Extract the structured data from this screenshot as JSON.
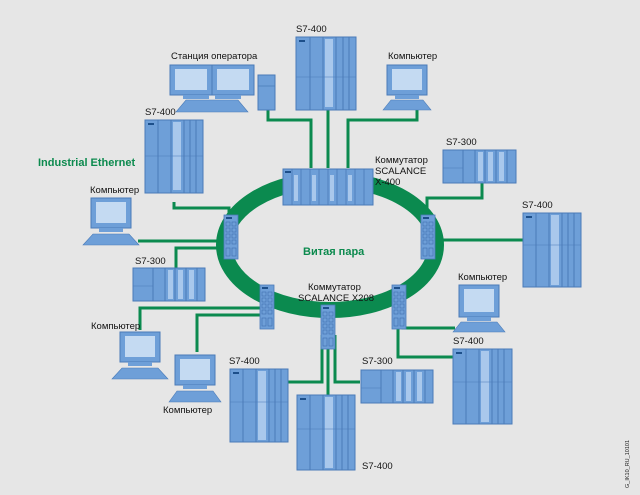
{
  "colors": {
    "background": "#e6e6e6",
    "ring": "#0b8a4f",
    "cable": "#0b8a4f",
    "device_fill": "#6e9fd8",
    "device_light": "#a9c8ec",
    "device_stroke": "#4a7bb8",
    "label_green": "#0c8a4e"
  },
  "labels": {
    "network": "Industrial Ethernet",
    "ring": "Витая пара",
    "operator_station": "Станция оператора",
    "s7_400": "S7-400",
    "s7_300": "S7-300",
    "computer": "Компьютер",
    "switch_x400": [
      "Коммутатор",
      "SCALANCE",
      "X-400"
    ],
    "switch_x208": [
      "Коммутатор",
      "SCALANCE X208"
    ],
    "figure_id": "G_IK10_RU_10101"
  },
  "nodes": [
    {
      "id": "operator-station",
      "type": "operator-station",
      "label": "Станция оператора"
    },
    {
      "id": "s7-400-top",
      "type": "s7-400",
      "label": "S7-400"
    },
    {
      "id": "computer-top-right",
      "type": "computer",
      "label": "Компьютер"
    },
    {
      "id": "s7-400-left",
      "type": "s7-400",
      "label": "S7-400"
    },
    {
      "id": "switch-x400",
      "type": "switch-x400",
      "label": "Коммутатор SCALANCE X-400"
    },
    {
      "id": "s7-300-right",
      "type": "s7-300",
      "label": "S7-300"
    },
    {
      "id": "computer-left",
      "type": "computer",
      "label": "Компьютер"
    },
    {
      "id": "s7-400-right",
      "type": "s7-400",
      "label": "S7-400"
    },
    {
      "id": "s7-300-left",
      "type": "s7-300",
      "label": "S7-300"
    },
    {
      "id": "computer-right",
      "type": "computer",
      "label": "Компьютер"
    },
    {
      "id": "switch-x208",
      "type": "switch-x208",
      "label": "Коммутатор SCALANCE X208"
    },
    {
      "id": "computer-bottom-left",
      "type": "computer",
      "label": "Компьютер"
    },
    {
      "id": "computer-bottom-left-2",
      "type": "computer",
      "label": "Компьютер"
    },
    {
      "id": "s7-400-bottom-left",
      "type": "s7-400",
      "label": "S7-400"
    },
    {
      "id": "s7-300-bottom",
      "type": "s7-300",
      "label": "S7-300"
    },
    {
      "id": "s7-400-bottom-center",
      "type": "s7-400",
      "label": "S7-400"
    },
    {
      "id": "s7-400-bottom-right",
      "type": "s7-400",
      "label": "S7-400"
    }
  ]
}
